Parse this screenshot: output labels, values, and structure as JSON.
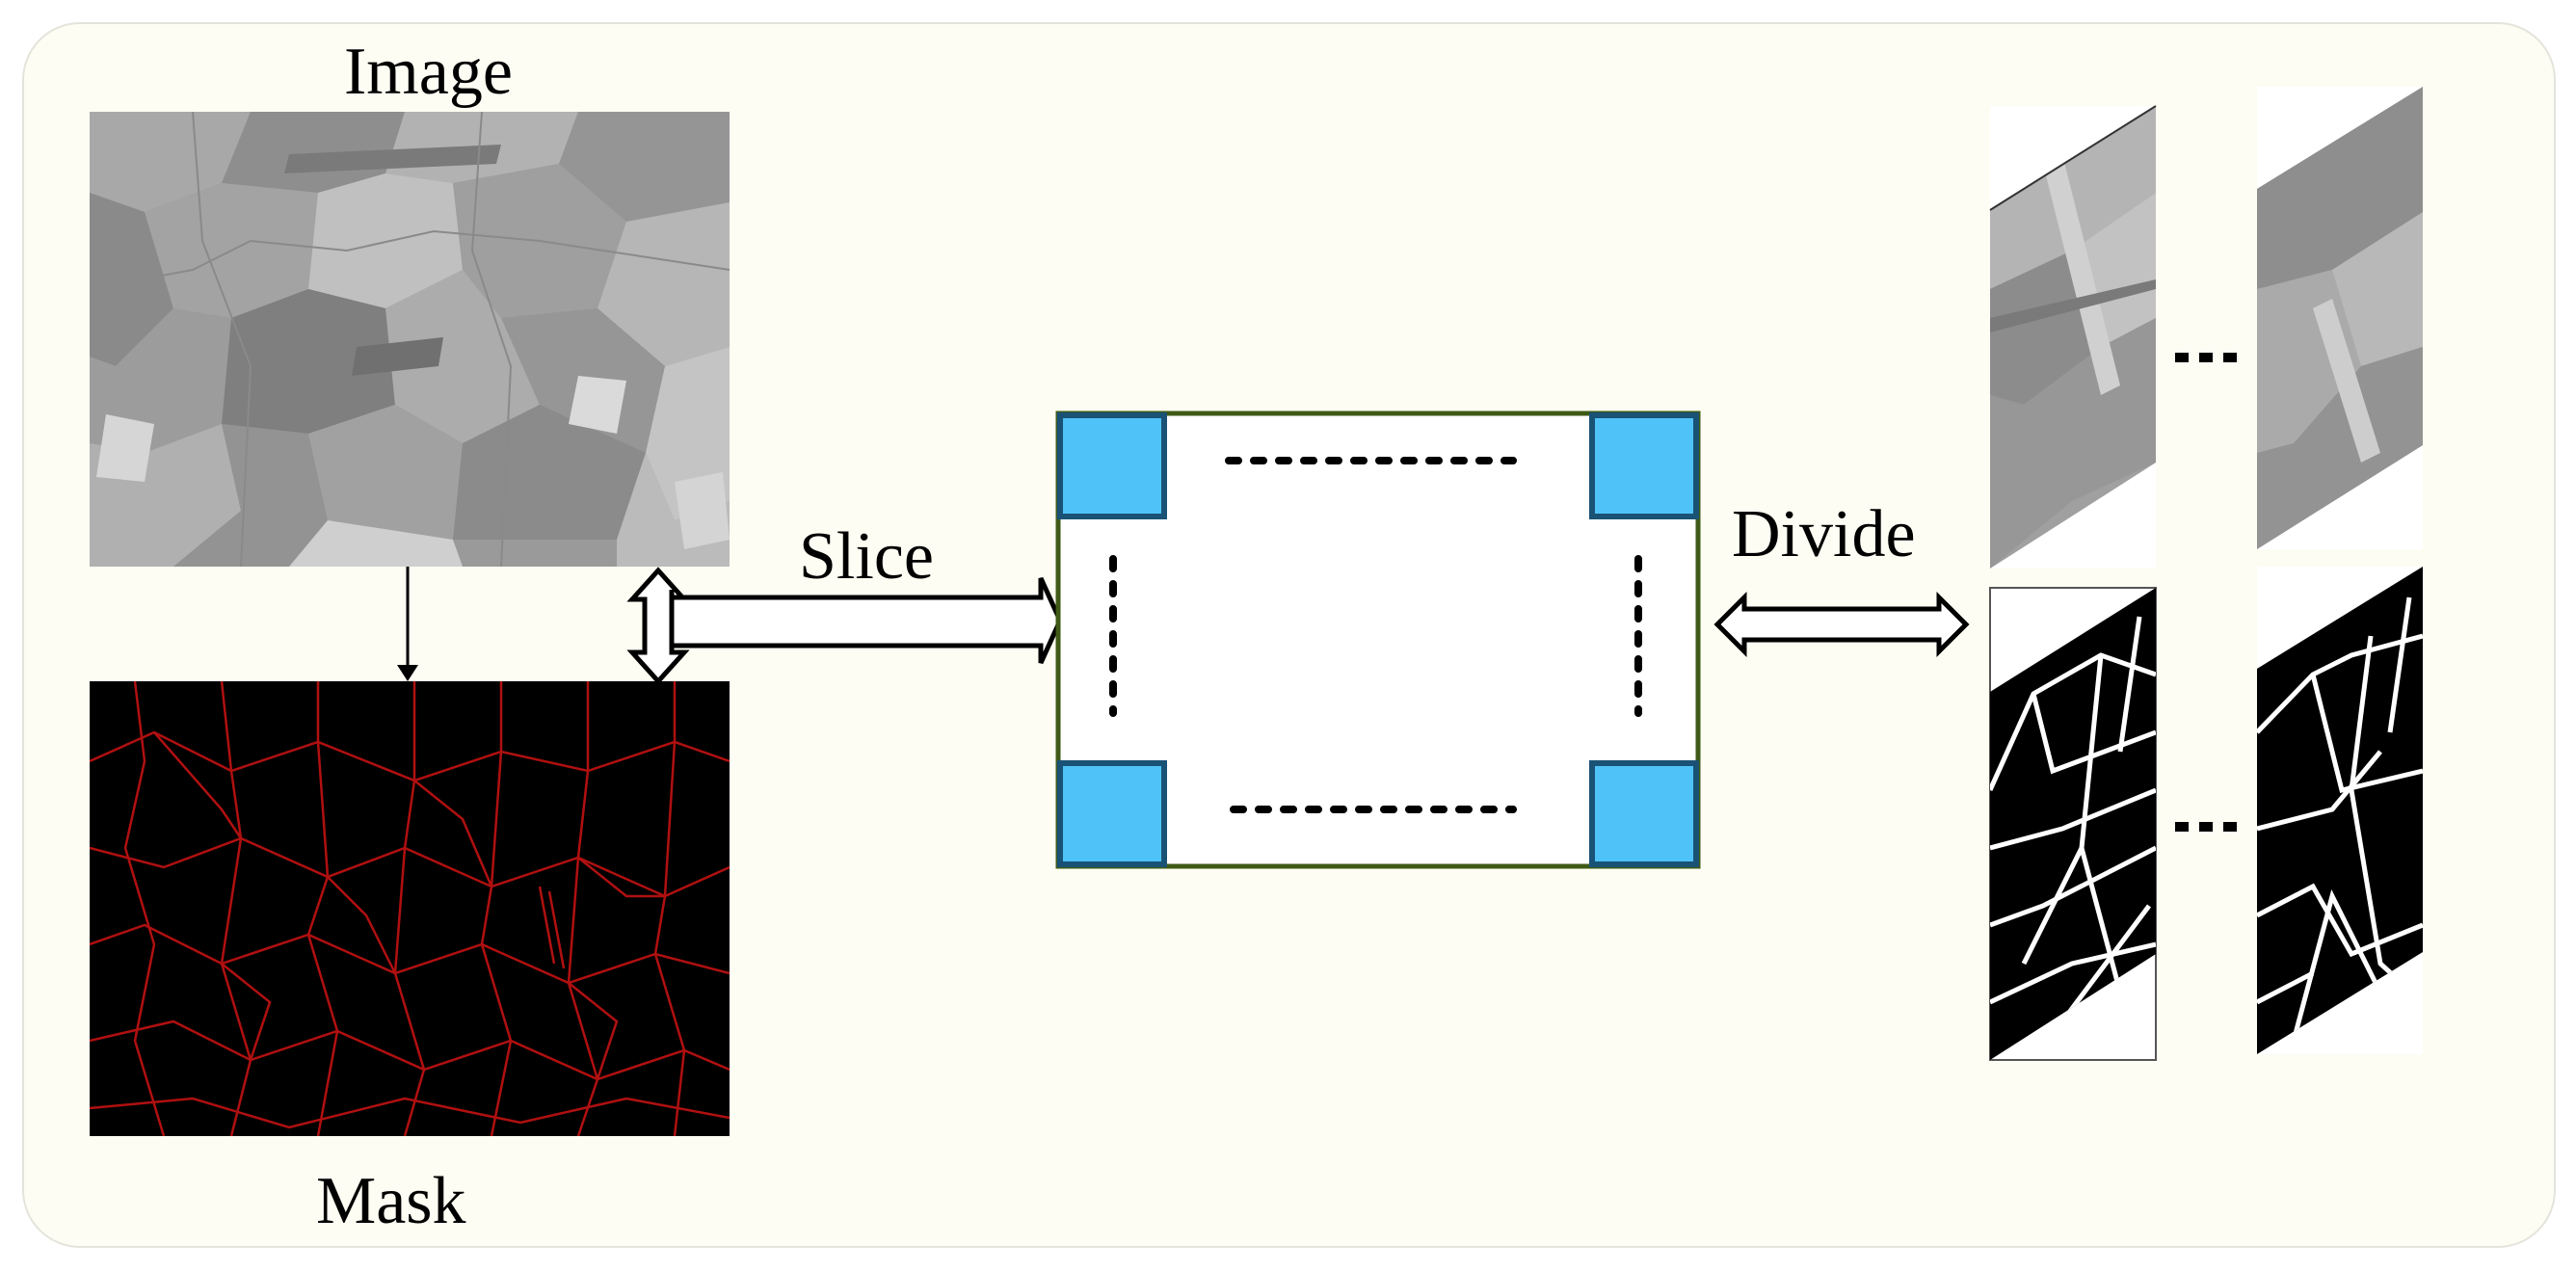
{
  "labels": {
    "image": "Image",
    "mask": "Mask",
    "slice": "Slice",
    "divide": "Divide"
  },
  "colors": {
    "panel_background": "#fdfdf3",
    "tile_fill": "#4fc3f7",
    "tile_border": "#1a5276",
    "frame_border": "#3e5a16",
    "mask_boundary_red": "#b01010",
    "mask_boundary_white": "#ffffff"
  },
  "icons": [
    "down-arrow",
    "vertical-double-arrow",
    "slice-double-arrow",
    "divide-double-arrow",
    "ellipsis-dots"
  ]
}
